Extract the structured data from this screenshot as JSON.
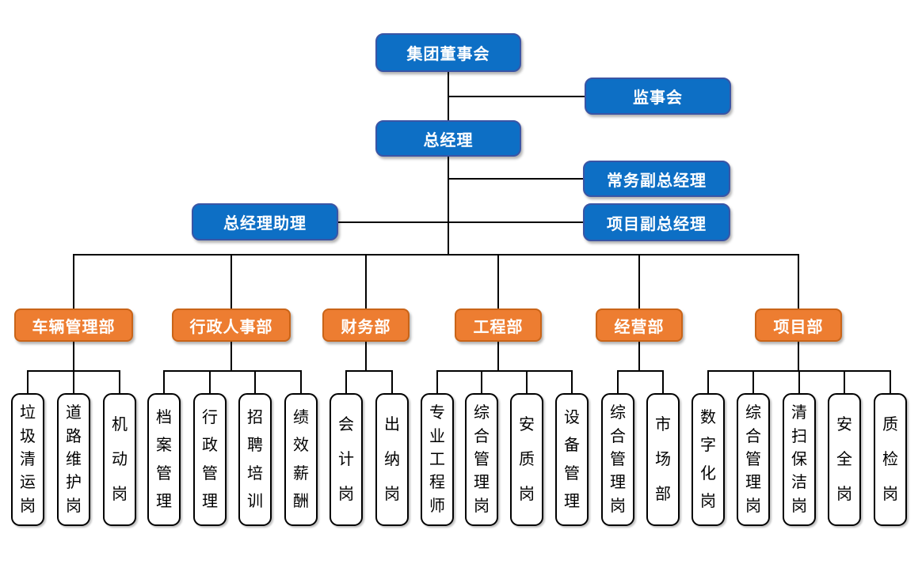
{
  "palette": {
    "executive_box_fill": "#0d6fc5",
    "executive_box_border": "#3a55a5",
    "department_box_fill": "#ed7d31",
    "department_box_border": "#c96418",
    "post_box_fill": "#ffffff",
    "post_box_border": "#000000",
    "connector_line": "#000000",
    "text_on_color": "#ffffff",
    "text_on_white": "#000000"
  },
  "executive": {
    "board": "集团董事会",
    "supervisory": "监事会",
    "general_manager": "总经理",
    "executive_deputy_gm": "常务副总经理",
    "gm_assistant": "总经理助理",
    "project_deputy_gm": "项目副总经理"
  },
  "departments": [
    {
      "name": "车辆管理部",
      "posts": [
        "垃圾清运岗",
        "道路维护岗",
        "机动岗"
      ]
    },
    {
      "name": "行政人事部",
      "posts": [
        "档案管理",
        "行政管理",
        "招聘培训",
        "绩效薪酬"
      ]
    },
    {
      "name": "财务部",
      "posts": [
        "会计岗",
        "出纳岗"
      ]
    },
    {
      "name": "工程部",
      "posts": [
        "专业工程师",
        "综合管理岗",
        "安质岗",
        "设备管理"
      ]
    },
    {
      "name": "经营部",
      "posts": [
        "综合管理岗",
        "市场部"
      ]
    },
    {
      "name": "项目部",
      "posts": [
        "数字化岗",
        "综合管理岗",
        "清扫保洁岗",
        "安全岗",
        "质检岗"
      ]
    }
  ]
}
